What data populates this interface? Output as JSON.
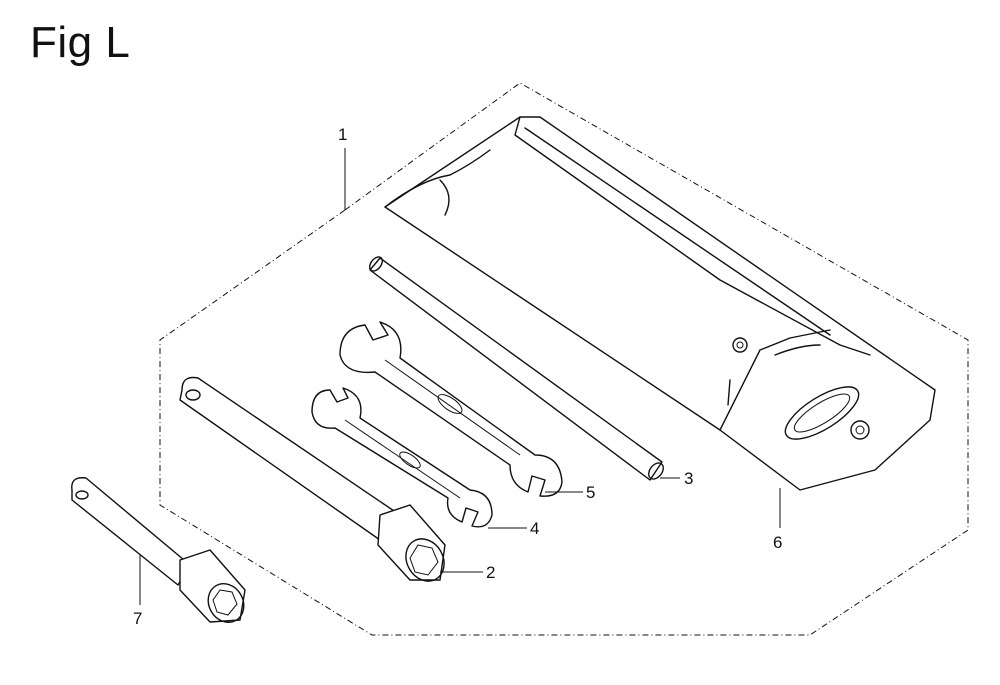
{
  "figure": {
    "title": "Fig L"
  },
  "callouts": [
    {
      "id": "1",
      "label": "1"
    },
    {
      "id": "2",
      "label": "2"
    },
    {
      "id": "3",
      "label": "3"
    },
    {
      "id": "4",
      "label": "4"
    },
    {
      "id": "5",
      "label": "5"
    },
    {
      "id": "6",
      "label": "6"
    },
    {
      "id": "7",
      "label": "7"
    }
  ]
}
